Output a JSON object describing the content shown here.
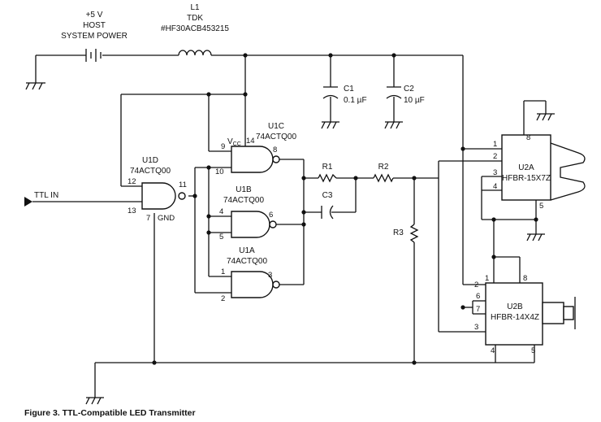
{
  "caption": "Figure 3. TTL-Compatible LED Transmitter",
  "power": {
    "line1": "+5 V",
    "line2": "HOST",
    "line3": "SYSTEM POWER"
  },
  "inductor": {
    "ref": "L1",
    "maker": "TDK",
    "part": "#HF30ACB453215"
  },
  "capacitors": {
    "c1": {
      "ref": "C1",
      "value": "0.1 µF"
    },
    "c2": {
      "ref": "C2",
      "value": "10 µF"
    },
    "c3": {
      "ref": "C3"
    }
  },
  "resistors": {
    "r1": "R1",
    "r2": "R2",
    "r3": "R3"
  },
  "input": {
    "label": "TTL IN"
  },
  "gates": {
    "u1d": {
      "ref": "U1D",
      "part": "74ACTQ00",
      "pin_in1": "12",
      "pin_in2": "13",
      "pin_out": "11",
      "pin_gnd": "7",
      "gnd_label": "GND"
    },
    "u1c": {
      "ref": "U1C",
      "part": "74ACTQ00",
      "pin_in1": "9",
      "pin_in2": "10",
      "pin_out": "8",
      "pin_vcc": "14",
      "vcc_label": "V",
      "vcc_sub": "CC"
    },
    "u1b": {
      "ref": "U1B",
      "part": "74ACTQ00",
      "pin_in1": "4",
      "pin_in2": "5",
      "pin_out": "6"
    },
    "u1a": {
      "ref": "U1A",
      "part": "74ACTQ00",
      "pin_in1": "1",
      "pin_in2": "2",
      "pin_out": "3"
    }
  },
  "u2a": {
    "ref": "U2A",
    "part": "HFBR-15X7Z",
    "pins": [
      "8",
      "1",
      "2",
      "3",
      "4",
      "5"
    ]
  },
  "u2b": {
    "ref": "U2B",
    "part": "HFBR-14X4Z",
    "pins": [
      "1",
      "8",
      "2",
      "6",
      "7",
      "3",
      "4",
      "5"
    ]
  }
}
